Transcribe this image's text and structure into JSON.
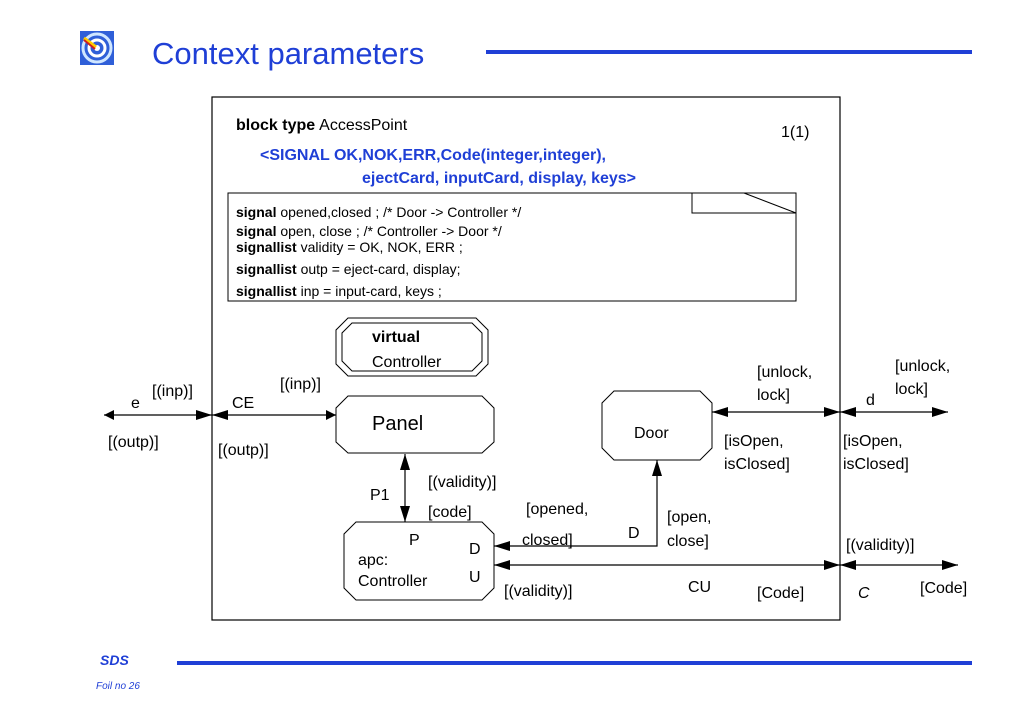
{
  "header": {
    "title": "Context parameters",
    "logo_icon": "target-logo-icon"
  },
  "block": {
    "keyword": "block type",
    "name": "AccessPoint",
    "page": "1(1)",
    "params_line1": "<SIGNAL OK,NOK,ERR,Code(integer,integer),",
    "params_line2": "ejectCard, inputCard, display, keys>"
  },
  "declarations": [
    {
      "kw": "signal",
      "rest": " opened,closed  ; /* Door -> Controller */"
    },
    {
      "kw": "signal",
      "rest": " open, close ; /* Controller -> Door */"
    },
    {
      "kw": "signallist",
      "rest": " validity = OK, NOK, ERR ;"
    },
    {
      "kw": "signallist",
      "rest": " outp = eject-card, display;"
    },
    {
      "kw": "signallist",
      "rest": " inp = input-card, keys ;"
    }
  ],
  "virtual_box": {
    "line1": "virtual",
    "line2": "Controller"
  },
  "processes": {
    "panel": "Panel",
    "door": "Door",
    "apc_line1": "apc:",
    "apc_line2": "Controller"
  },
  "gates": {
    "p": "P",
    "d": "D",
    "u": "U"
  },
  "labels": {
    "e": "e",
    "e_inp": "[(inp)]",
    "e_outp": "[(outp)]",
    "ce": "CE",
    "ce_inp": "[(inp)]",
    "ce_outp": "[(outp)]",
    "p1": "P1",
    "p1_validity": "[(validity)]",
    "p1_code": "[code]",
    "d_ch": "D",
    "d_opened1": "[opened,",
    "d_opened2": "closed]",
    "d_open1": "[open,",
    "d_open2": "close]",
    "cu": "CU",
    "cu_validity": "[(validity)]",
    "cu_code": "[Code]",
    "door_unlock1": "[unlock,",
    "door_unlock2": "lock]",
    "door_isopen1": "[isOpen,",
    "door_isopen2": "isClosed]",
    "d_ext": "d",
    "ext_unlock1": "[unlock,",
    "ext_unlock2": "lock]",
    "ext_isopen1": "[isOpen,",
    "ext_isopen2": "isClosed]",
    "c": "C",
    "c_validity": "[(validity)]",
    "c_code": "[Code]"
  },
  "footer": {
    "brand": "SDS",
    "foil": "Foil no 26"
  },
  "colors": {
    "accent": "#1f3fd6"
  }
}
